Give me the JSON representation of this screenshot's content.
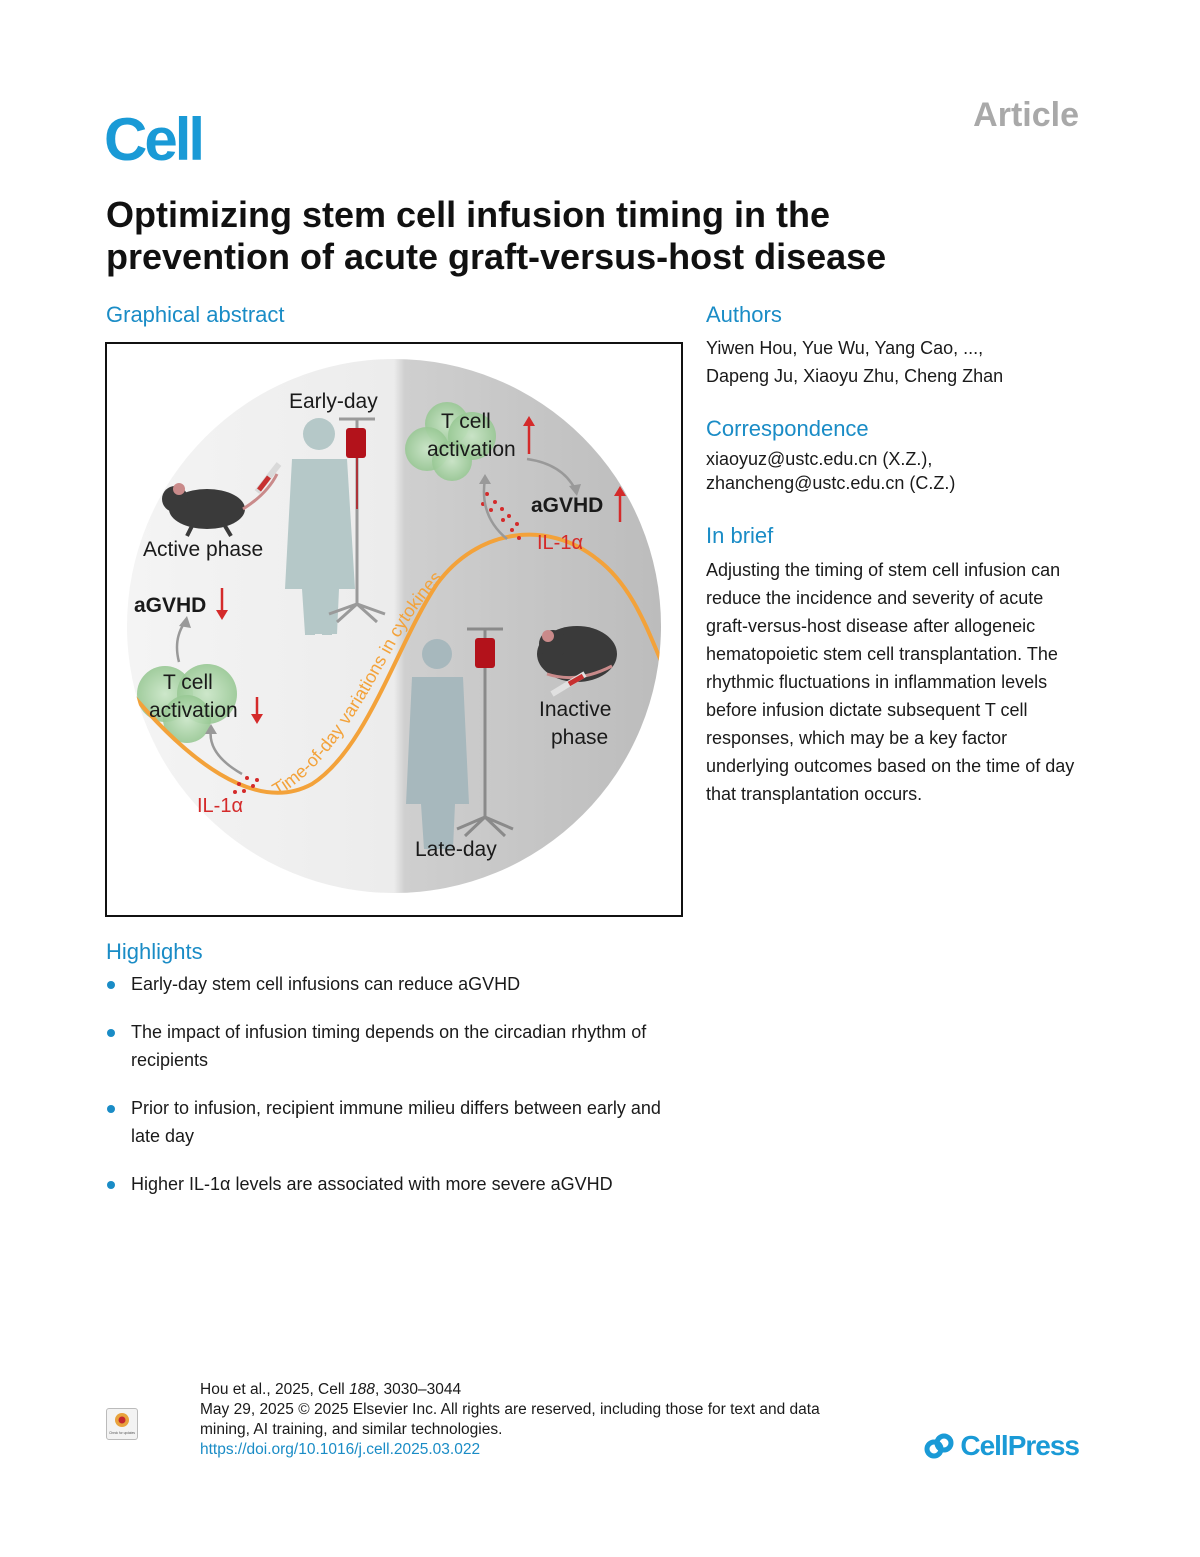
{
  "header": {
    "journal": "Cell",
    "article_type": "Article",
    "title_line1": "Optimizing stem cell infusion timing in the",
    "title_line2": "prevention of acute graft-versus-host disease"
  },
  "graphical_abstract": {
    "heading": "Graphical abstract",
    "labels": {
      "early_day": "Early-day",
      "late_day": "Late-day",
      "active_phase": "Active phase",
      "inactive_line1": "Inactive",
      "inactive_line2": "phase",
      "tcell_top_line1": "T cell",
      "tcell_top_line2": "activation",
      "tcell_bottom_line1": "T cell",
      "tcell_bottom_line2": "activation",
      "agvhd_top": "aGVHD",
      "agvhd_bottom": "aGVHD",
      "il1a_top": "IL-1α",
      "il1a_bottom": "IL-1α",
      "curve_label": "Time-of-day variations in cytokines"
    }
  },
  "authors": {
    "heading": "Authors",
    "line1": "Yiwen Hou, Yue Wu, Yang Cao, ...,",
    "line2": "Dapeng Ju, Xiaoyu Zhu, Cheng Zhan"
  },
  "correspondence": {
    "heading": "Correspondence",
    "line1": "xiaoyuz@ustc.edu.cn (X.Z.),",
    "line2": "zhancheng@ustc.edu.cn (C.Z.)"
  },
  "in_brief": {
    "heading": "In brief",
    "text": "Adjusting the timing of stem cell infusion can reduce the incidence and severity of acute graft-versus-host disease after allogeneic hematopoietic stem cell transplantation. The rhythmic fluctuations in inflammation levels before infusion dictate subsequent T cell responses, which may be a key factor underlying outcomes based on the time of day that transplantation occurs."
  },
  "highlights": {
    "heading": "Highlights",
    "items": [
      "Early-day stem cell infusions can reduce aGVHD",
      "The impact of infusion timing depends on the circadian rhythm of recipients",
      "Prior to infusion, recipient immune milieu differs between early and late day",
      "Higher IL-1α levels are associated with more severe aGVHD"
    ]
  },
  "footer": {
    "citation_prefix": "Hou et al., 2025, Cell ",
    "volume": "188",
    "pages": ", 3030–3044",
    "rights": "May 29, 2025 © 2025 Elsevier Inc. All rights are reserved, including those for text and data mining, AI training, and similar technologies.",
    "doi": "https://doi.org/10.1016/j.cell.2025.03.022",
    "crossmark_text": "Check for updates",
    "publisher": "CellPress"
  },
  "colors": {
    "accent_blue": "#1a8cc6",
    "curve_orange": "#f3a23a",
    "cytokine_red": "#d42a2a",
    "tcell_green": "#a9d3a5"
  }
}
